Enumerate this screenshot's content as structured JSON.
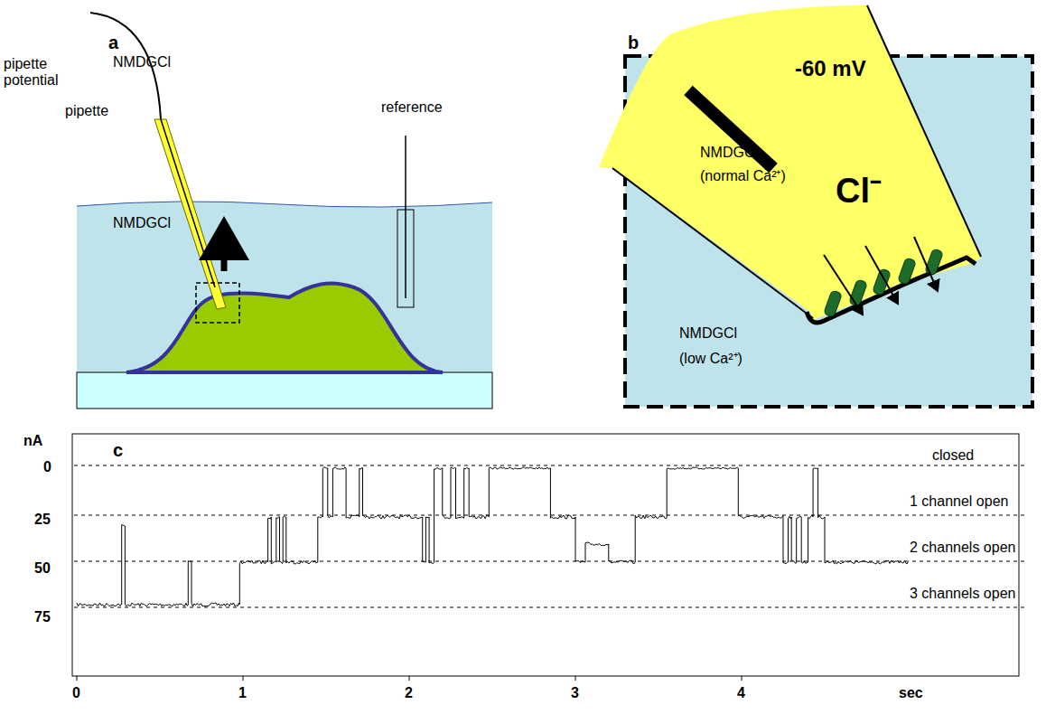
{
  "diagram": {
    "labels": [
      "a",
      "pipette potential",
      "NMDGCl",
      "pipette",
      "NMDGCl",
      "reference",
      "b",
      "-60 mV",
      "NMDGCl",
      "(normal Ca²⁺)",
      "Cl⁻",
      "NMDGCl",
      "(low Ca²⁺)",
      "nA",
      "c",
      "0",
      "25",
      "50",
      "75",
      "closed",
      "1 channel open",
      "2 channels open",
      "3 channels open",
      "0",
      "1",
      "2",
      "3",
      "4",
      "sec"
    ]
  }
}
